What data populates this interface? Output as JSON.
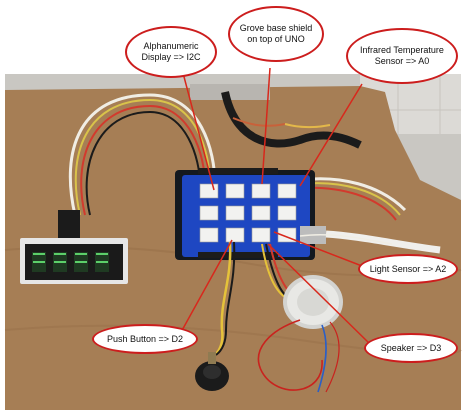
{
  "colors": {
    "callout_border": "#cc1d1d",
    "leader_line": "#d8281c",
    "board_blue": "#1e47c2",
    "display_lit": "#5ccf6a",
    "bench": "#a67e55"
  },
  "callouts": {
    "display": "Alphanumeric\nDisplay => I2C",
    "shield": "Grove base shield\non top of UNO",
    "temp": "Infrared Temperature\nSensor => A0",
    "light": "Light Sensor => A2",
    "button": "Push Button => D2",
    "speaker": "Speaker => D3"
  }
}
